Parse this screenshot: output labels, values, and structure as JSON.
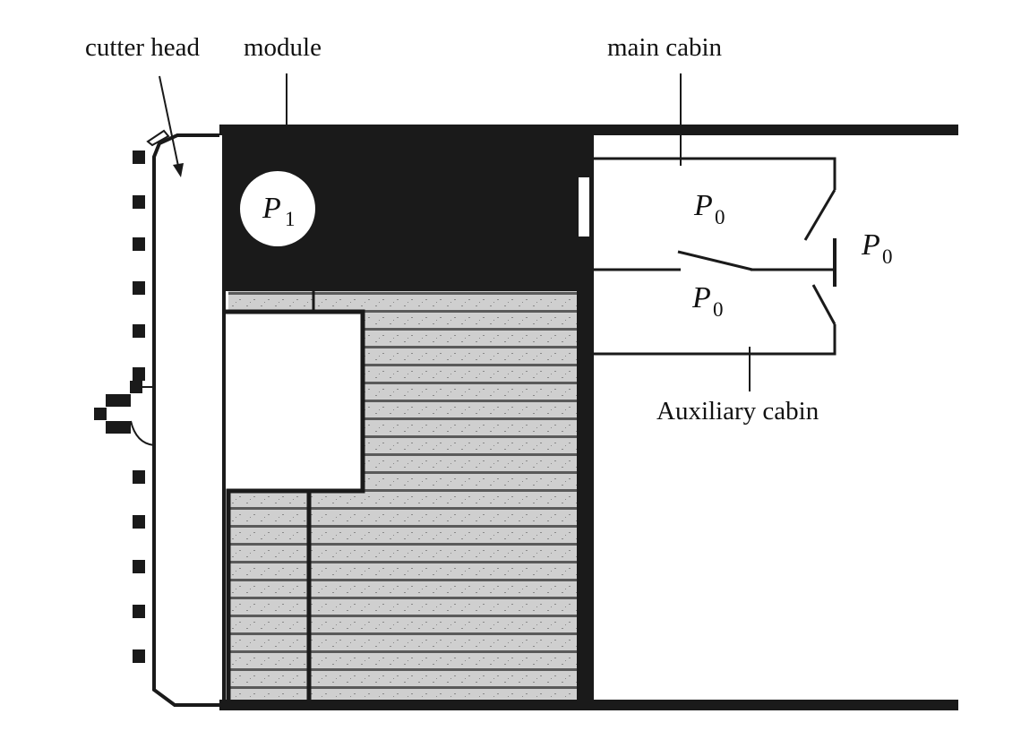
{
  "labels": {
    "cutter_head": "cutter head",
    "module": "module",
    "main_cabin": "main cabin",
    "auxiliary_cabin": "Auxiliary cabin"
  },
  "pressures": {
    "module": {
      "symbol": "P",
      "subscript": "1"
    },
    "main_cabin": {
      "symbol": "P",
      "subscript": "0"
    },
    "outside": {
      "symbol": "P",
      "subscript": "0"
    },
    "auxiliary_cabin": {
      "symbol": "P",
      "subscript": "0"
    }
  },
  "colors": {
    "ink": "#111111",
    "fill": "#1a1a1a",
    "soil": "#cfcfcf",
    "soil_stripe": "#5a5a5a",
    "background": "#ffffff"
  }
}
